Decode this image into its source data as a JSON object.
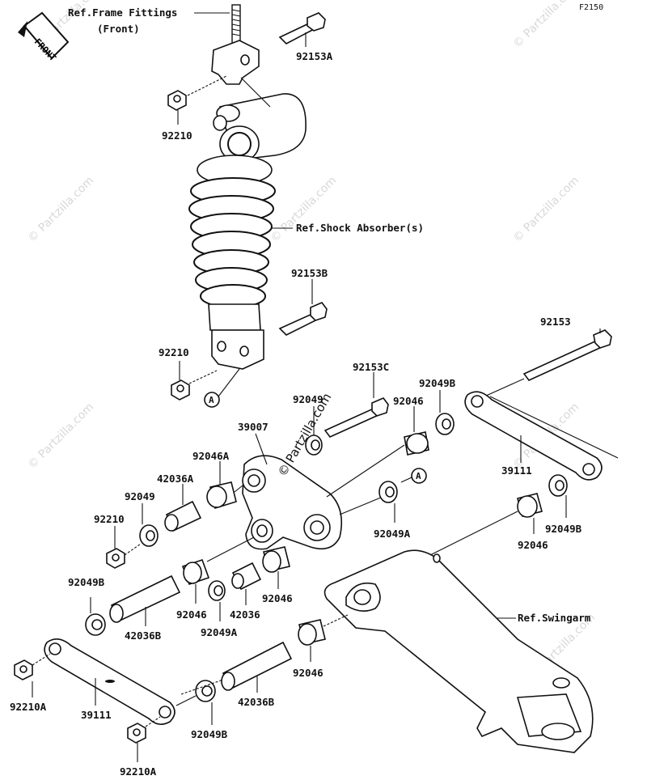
{
  "figure_code": "F2150",
  "front_badge": "FRONT",
  "watermark": "© Partzilla.com",
  "circle_marker": "A",
  "refs": {
    "frame_fittings_line1": "Ref.Frame Fittings",
    "frame_fittings_line2": "(Front)",
    "shock_absorber": "Ref.Shock Absorber(s)",
    "swingarm": "Ref.Swingarm"
  },
  "parts": {
    "p92153A": "92153A",
    "p92210_top": "92210",
    "p92153B": "92153B",
    "p92210_mid": "92210",
    "p92153": "92153",
    "p92153C": "92153C",
    "p92049_top": "92049",
    "p92046_top": "92046",
    "p92049B_right": "92049B",
    "p39007": "39007",
    "p92046A": "92046A",
    "p42036A": "42036A",
    "p92049_left": "92049",
    "p92210_left": "92210",
    "p39111_right": "39111",
    "p92049A_right": "92049A",
    "p92049B_right2": "92049B",
    "p92046_right": "92046",
    "p92049B_left": "92049B",
    "p42036B_left": "42036B",
    "p92046_mid": "92046",
    "p92049A_mid": "92049A",
    "p42036": "42036",
    "p92046_mid2": "92046",
    "p92210A_left": "92210A",
    "p39111_left": "39111",
    "p92049B_bottom": "92049B",
    "p92210A_bottom": "92210A",
    "p42036B_bottom": "42036B",
    "p92046_bottom": "92046"
  }
}
